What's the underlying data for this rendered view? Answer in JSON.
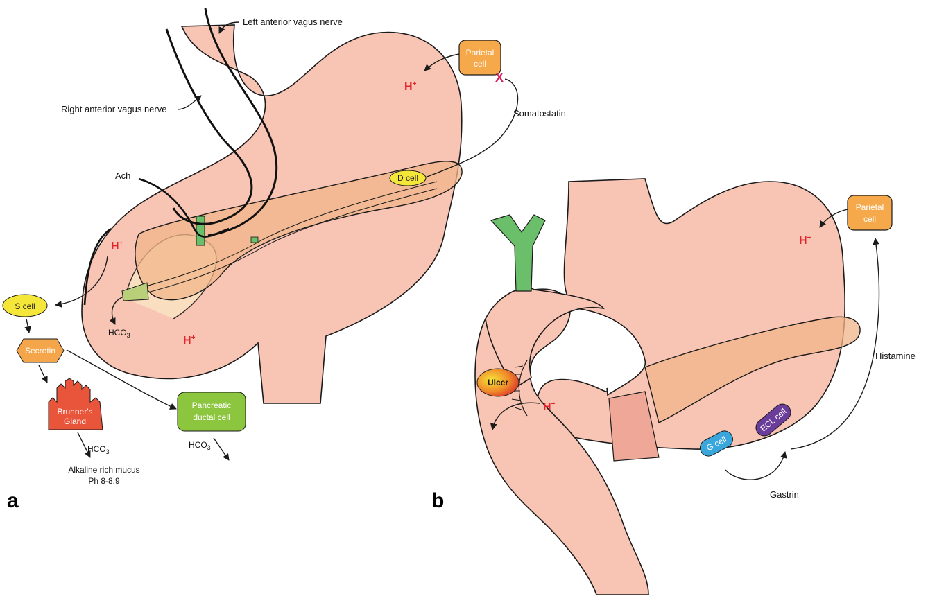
{
  "panel_a": {
    "panel_label": "a",
    "nerves": {
      "left_vagus": "Left anterior vagus nerve",
      "right_vagus": "Right anterior vagus nerve",
      "ach": "Ach"
    },
    "parietal_cell": [
      "Parietal",
      "cell"
    ],
    "inhibit_mark": "X",
    "somatostatin": "Somatostatin",
    "d_cell": "D cell",
    "acid_ion": "H",
    "acid_charge": "+",
    "s_cell": "S cell",
    "secretin": "Secretin",
    "brunners_gland": [
      "Brunner's",
      "Gland"
    ],
    "pancreatic_cell": [
      "Pancreatic",
      "ductal cell"
    ],
    "bicarbonate": "HCO",
    "bicarbonate_sub": "3",
    "mucus_text": [
      "Alkaline rich mucus",
      "Ph 8-8.9"
    ]
  },
  "panel_b": {
    "panel_label": "b",
    "parietal_cell": [
      "Parietal",
      "cell"
    ],
    "acid_ion": "H",
    "acid_charge": "+",
    "ulcer": "Ulcer",
    "ecl_cell": "ECL cell",
    "g_cell": "G cell",
    "gastrin": "Gastrin",
    "histamine": "Histamine"
  },
  "colors": {
    "stomach_fill": "#f8c4b4",
    "pancreas_fill": "#f0b68a",
    "acid_red": "#e0262c",
    "parietal_orange": "#f5a94a",
    "s_cell_yellow": "#f5e63a",
    "secretin_orange": "#f5a64a",
    "brunner_red": "#e8553a",
    "pancreatic_green": "#8cc63f",
    "bile_green": "#6cbf6a",
    "g_cell_blue": "#3aa7dc",
    "ecl_purple": "#6a3d9a"
  }
}
